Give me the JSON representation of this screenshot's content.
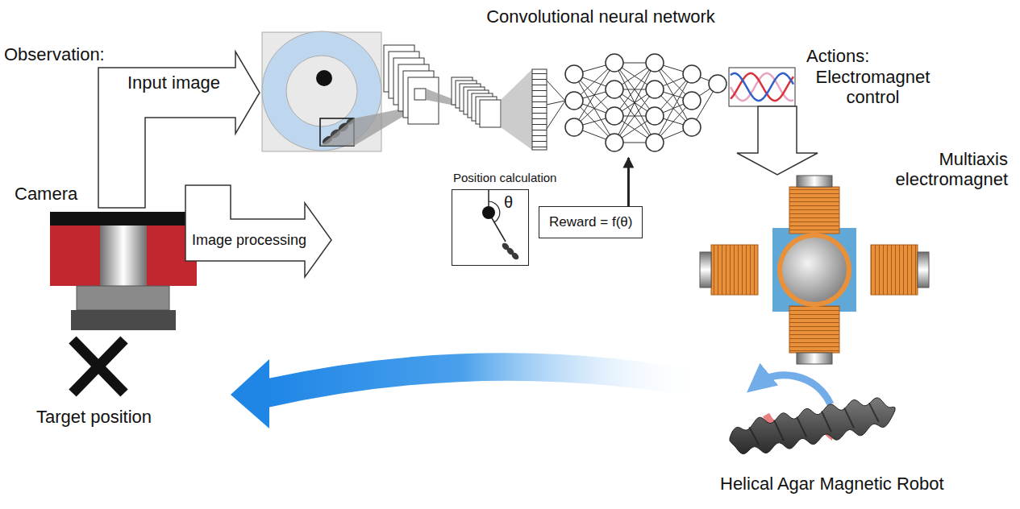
{
  "diagram": {
    "nodes": [
      {
        "text": [
          "Image processing"
        ]
      },
      {
        "text": [
          "Position calculation",
          "θ"
        ]
      },
      {
        "text": [
          "Reward = f(θ)"
        ]
      },
      {
        "text": [
          "Convolutional neural network"
        ]
      }
    ],
    "edges": [
      {
        "from": 2,
        "to": 3,
        "arrow": "to"
      }
    ],
    "labels": [
      "Observation:",
      "Input image",
      "Camera",
      "Target position",
      "Actions:",
      "Electromagnet control",
      "Multiaxis electromagnet",
      "Helical Agar Magnetic Robot"
    ]
  }
}
